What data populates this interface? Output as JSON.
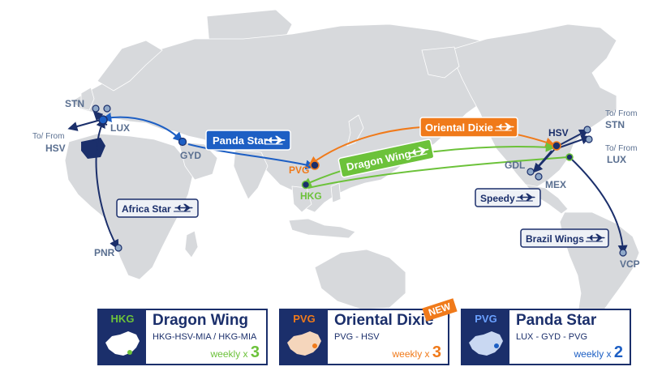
{
  "colors": {
    "navy": "#1b2f6b",
    "blue": "#1d5fc4",
    "orange": "#f07a1a",
    "green": "#6cc23a",
    "land": "#d7d9dc",
    "node": "#8fa8c8"
  },
  "airports": {
    "stn_eu": "STN",
    "lux_eu": "LUX",
    "tofrom_eu": "To/ From",
    "hsv_eu": "HSV",
    "gyd": "GYD",
    "pnr": "PNR",
    "pvg": "PVG",
    "hkg": "HKG",
    "hsv_us": "HSV",
    "tofrom_us1": "To/ From",
    "stn_us": "STN",
    "tofrom_us2": "To/ From",
    "lux_us": "LUX",
    "gdl": "GDL",
    "mex": "MEX",
    "vcp": "VCP"
  },
  "route_labels": {
    "panda_star": "Panda Star",
    "oriental_dixie": "Oriental Dixie",
    "dragon_wing": "Dragon Wing",
    "africa_star": "Africa Star",
    "speedy": "Speedy",
    "brazil_wings": "Brazil Wings"
  },
  "cards": {
    "dragon": {
      "code": "HKG",
      "name": "Dragon Wing",
      "route": "HKG-HSV-MIA / HKG-MIA",
      "freq_text": "weekly x",
      "freq_num": "3"
    },
    "oriental": {
      "code": "PVG",
      "name": "Oriental Dixie",
      "route": "PVG - HSV",
      "freq_text": "weekly x",
      "freq_num": "3",
      "badge": "NEW"
    },
    "panda": {
      "code": "PVG",
      "name": "Panda Star",
      "route": "LUX - GYD - PVG",
      "freq_text": "weekly x",
      "freq_num": "2"
    }
  }
}
